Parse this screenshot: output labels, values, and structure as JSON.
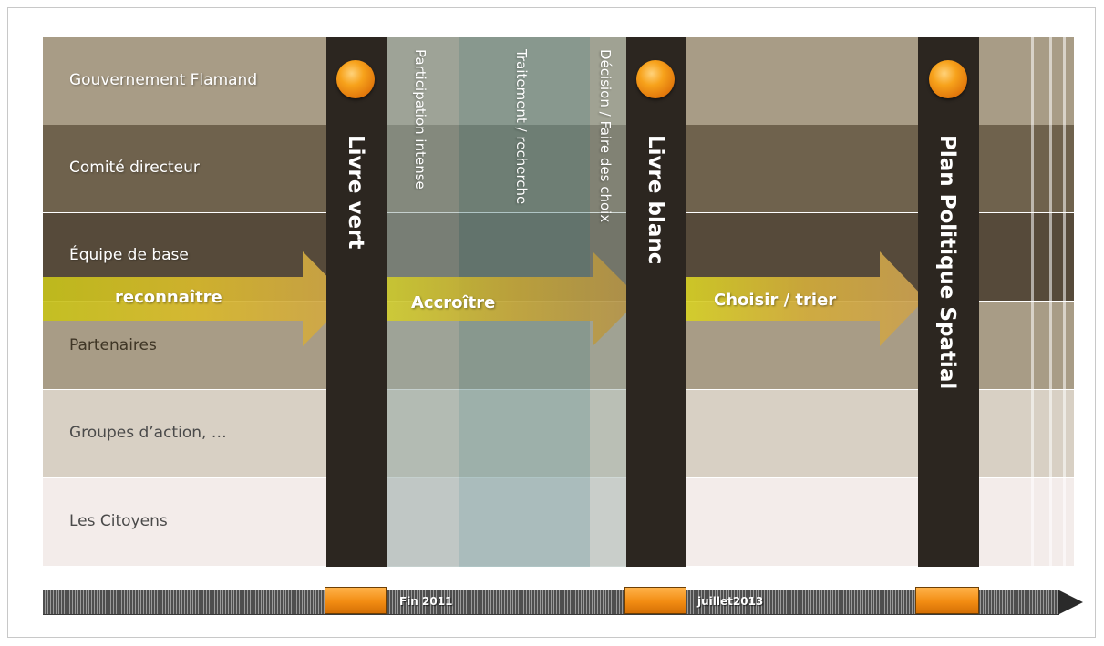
{
  "rows": [
    {
      "label": "Gouvernement Flamand"
    },
    {
      "label": "Comité directeur"
    },
    {
      "label": "Équipe de base"
    },
    {
      "label": "Partenaires"
    },
    {
      "label": "Groupes d’action, …"
    },
    {
      "label": "Les Citoyens"
    }
  ],
  "milestones": [
    {
      "label": "Livre vert"
    },
    {
      "label": "Livre blanc"
    },
    {
      "label": "Plan Politique Spatial"
    }
  ],
  "phases": [
    {
      "label": "Participation intense"
    },
    {
      "label": "Traitement / recherche"
    },
    {
      "label": "Décision / Faire des choix"
    }
  ],
  "arrows": [
    {
      "label": "reconnaître"
    },
    {
      "label": "Accroître"
    },
    {
      "label": "Choisir / trier"
    }
  ],
  "timeline": {
    "labels": [
      "Fin 2011",
      "juillet2013"
    ]
  },
  "colors": {
    "milestone": "#2c2620",
    "orb": "#f7a21b",
    "arrow": "#c9b21a",
    "row_dark": "#5c4f3e",
    "row_light": "#f2ecea"
  }
}
